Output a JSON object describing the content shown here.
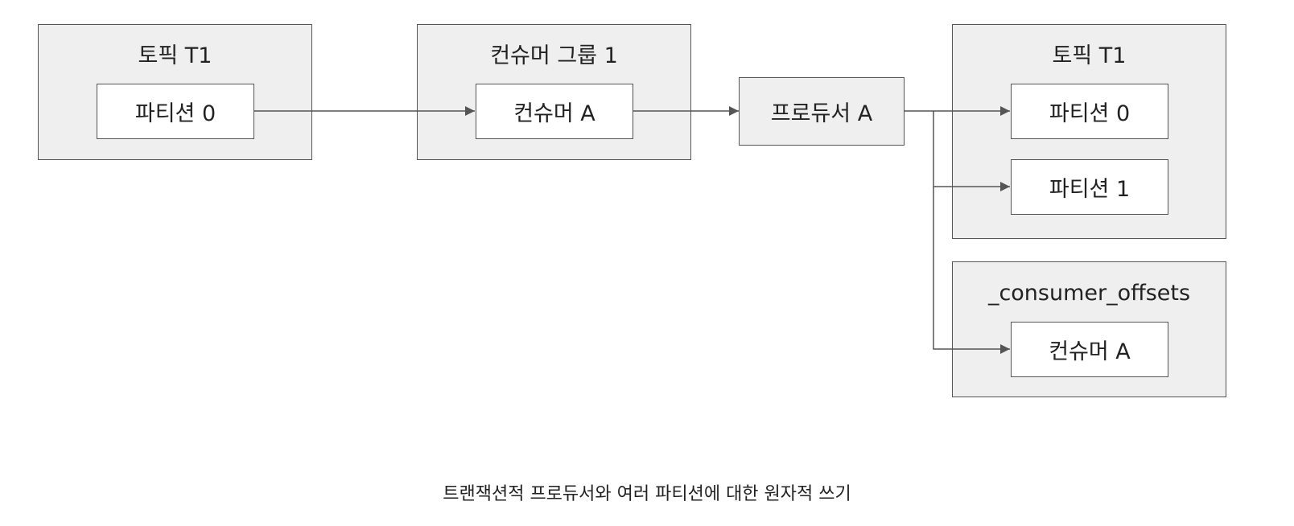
{
  "diagram": {
    "source_topic": {
      "title": "토픽 T1",
      "partition": "파티션 0"
    },
    "consumer_group": {
      "title": "컨슈머 그룹 1",
      "consumer": "컨슈머 A"
    },
    "producer": {
      "label": "프로듀서 A"
    },
    "target_topic": {
      "title": "토픽 T1",
      "partitions": [
        "파티션 0",
        "파티션 1"
      ]
    },
    "offsets_topic": {
      "title": "_consumer_offsets",
      "entry": "컨슈머 A"
    },
    "edges": [
      {
        "from": "source-partition-0",
        "to": "consumer-a"
      },
      {
        "from": "consumer-a",
        "to": "producer-a"
      },
      {
        "from": "producer-a",
        "to": "target-partition-0"
      },
      {
        "from": "producer-a",
        "to": "target-partition-1"
      },
      {
        "from": "producer-a",
        "to": "offsets-consumer-a"
      }
    ],
    "colors": {
      "group_fill": "#efefef",
      "node_fill": "#ffffff",
      "stroke": "#555555",
      "text": "#222222"
    }
  },
  "caption": "트랜잭션적 프로듀서와 여러 파티션에 대한 원자적 쓰기"
}
